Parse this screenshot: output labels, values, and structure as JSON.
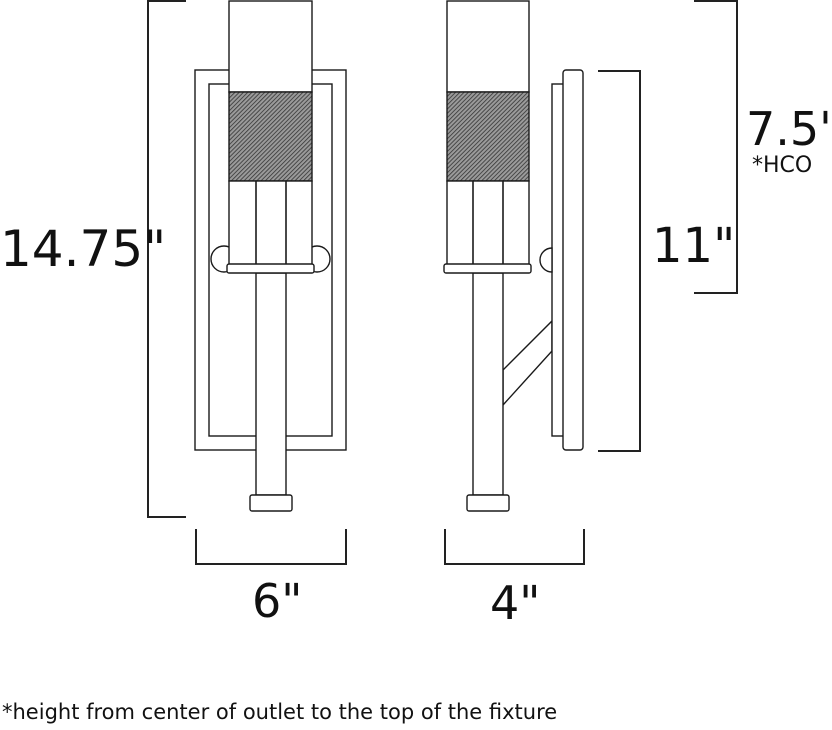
{
  "dimensions": {
    "overall_height": "14.75\"",
    "backplate_height": "11\"",
    "hco_height": "7.5\"",
    "hco_label": "*HCO",
    "front_width": "6\"",
    "side_depth": "4\""
  },
  "footnote": "*height from center of outlet to the top of the fixture",
  "colors": {
    "line": "#1a1a1a",
    "hatch": "#555555",
    "background": "#ffffff"
  }
}
